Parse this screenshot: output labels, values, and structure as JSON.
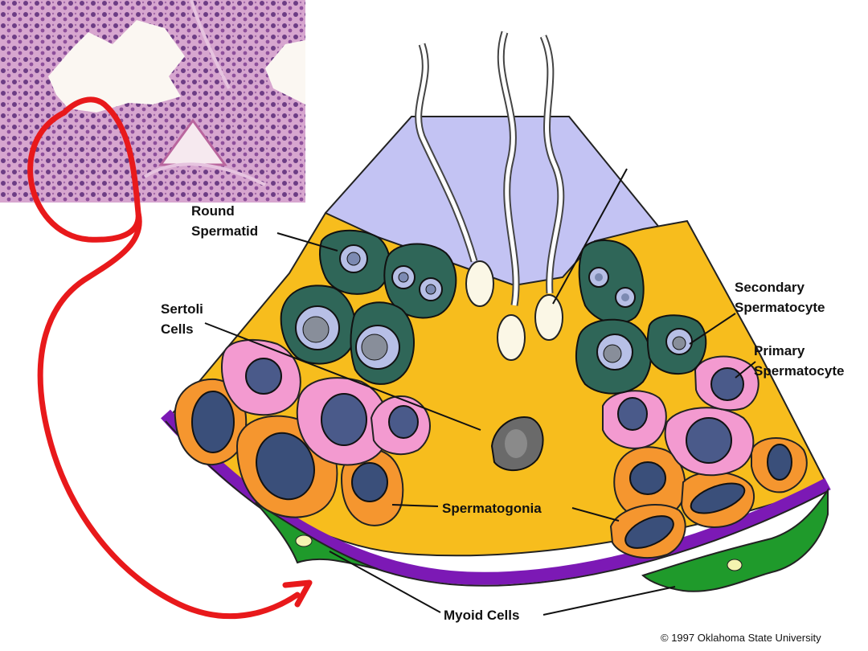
{
  "labels": {
    "round_spermatid": [
      "Round",
      "Spermatid"
    ],
    "sertoli_cells": [
      "Sertoli",
      "Cells"
    ],
    "secondary_spermatocyte": [
      "Secondary",
      "Spermatocyte"
    ],
    "primary_spermatocyte": [
      "Primary",
      "Spermatocyte"
    ],
    "spermatogonia": "Spermatogonia",
    "myoid_cells": "Myoid Cells"
  },
  "copyright": "© 1997 Oklahoma State University",
  "colors": {
    "lumen": "#c3c3f3",
    "sertoli_cytoplasm": "#f7bd1d",
    "basement_membrane": "#7c19b5",
    "myoid_cell": "#1f9a2b",
    "spermatid": "#2f6658",
    "spermatocyte": "#f39ad0",
    "spermatogonium": "#f5962f",
    "nucleus": "#3a4f7a",
    "highlight_circle": "#e8191b",
    "histology_pink": "#c98fc1",
    "histology_purple": "#5b2a78"
  }
}
